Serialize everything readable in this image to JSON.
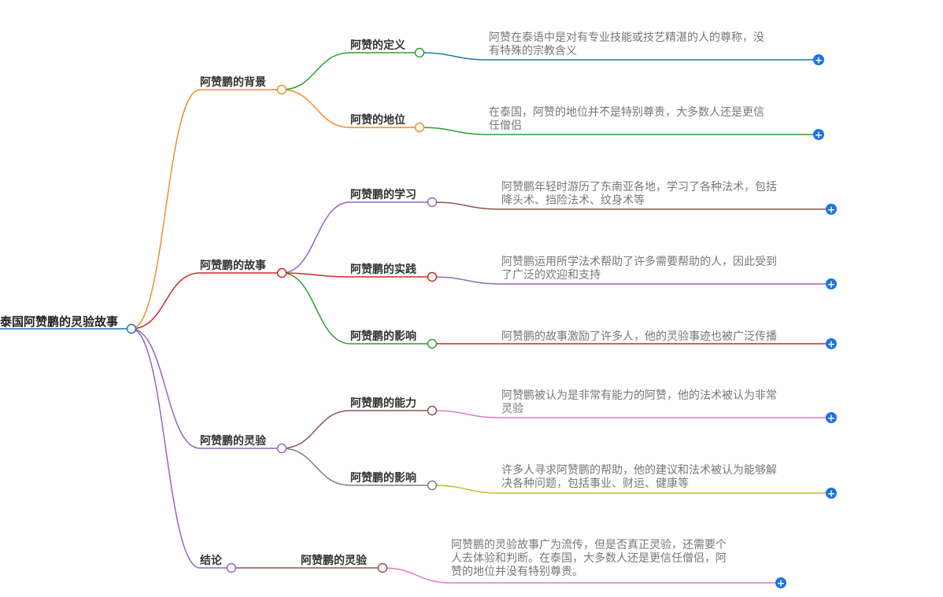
{
  "root": {
    "label": "泰国阿赞鹏的灵验故事",
    "color": "#1f6fc2"
  },
  "branches": [
    {
      "label": "阿赞鹏的背景",
      "color": "#f28c28",
      "children": [
        {
          "label": "阿赞的定义",
          "color": "#2ca02c",
          "lineColor": "#1f77b4",
          "lines": [
            "阿赞在泰语中是对有专业技能或技艺精湛的人的尊称，没",
            "有特殊的宗教含义"
          ]
        },
        {
          "label": "阿赞的地位",
          "color": "#f28c28",
          "lineColor": "#2ca02c",
          "lines": [
            "在泰国，阿赞的地位并不是特别尊贵，大多数人还是更信",
            "任僧侣"
          ]
        }
      ]
    },
    {
      "label": "阿赞鹏的故事",
      "color": "#d62728",
      "children": [
        {
          "label": "阿赞鹏的学习",
          "color": "#9467bd",
          "lineColor": "#8c564b",
          "lines": [
            "阿赞鹏年轻时游历了东南亚各地，学习了各种法术，包括",
            "降头术、挡险法术、纹身术等"
          ]
        },
        {
          "label": "阿赞鹏的实践",
          "color": "#d62728",
          "lineColor": "#9467bd",
          "lines": [
            "阿赞鹏运用所学法术帮助了许多需要帮助的人，因此受到",
            "了广泛的欢迎和支持"
          ]
        },
        {
          "label": "阿赞鹏的影响",
          "color": "#2ca02c",
          "lineColor": "#d62728",
          "lines": [
            "阿赞鹏的故事激励了许多人，他的灵验事迹也被广泛传播"
          ]
        }
      ]
    },
    {
      "label": "阿赞鹏的灵验",
      "color": "#9467bd",
      "children": [
        {
          "label": "阿赞鹏的能力",
          "color": "#8c564b",
          "lineColor": "#e377c2",
          "lines": [
            "阿赞鹏被认为是非常有能力的阿赞，他的法术被认为非常",
            "灵验"
          ]
        },
        {
          "label": "阿赞鹏的影响",
          "color": "#7f7f7f",
          "lineColor": "#bcbd22",
          "lines": [
            "许多人寻求阿赞鹏的帮助，他的建议和法术被认为能够解",
            "决各种问题，包括事业、财运、健康等"
          ]
        }
      ]
    },
    {
      "label": "结论",
      "color": "#9467bd",
      "children": [
        {
          "label": "阿赞鹏的灵验",
          "color": "#8c564b",
          "lineColor": "#e377c2",
          "lines": [
            "阿赞鹏的灵验故事广为流传，但是否真正灵验，还需要个",
            "人去体验和判断。在泰国，大多数人还是更信任僧侣，阿",
            "赞的地位并没有特别尊贵。"
          ]
        }
      ]
    }
  ],
  "expand_icon": {
    "name": "plus-icon",
    "glyph": "+",
    "color": "#1a73e8"
  }
}
